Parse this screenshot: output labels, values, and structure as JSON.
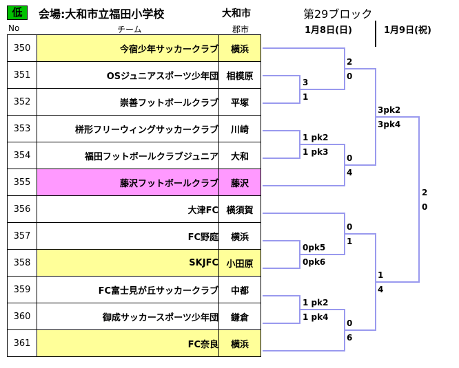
{
  "header": {
    "level": "低",
    "venue": "会場:大和市立福田小学校",
    "city": "大和市",
    "block": "第29ブロック",
    "date1": "1月8日(日)",
    "date2": "1月9日(祝)"
  },
  "columns": {
    "no": "No",
    "team": "チーム",
    "city": "郡市"
  },
  "teams": [
    {
      "no": "350",
      "name": "今宿少年サッカークラブ",
      "city": "横浜",
      "highlight": "yellow"
    },
    {
      "no": "351",
      "name": "OSジュニアスポーツ少年団",
      "city": "相模原",
      "highlight": ""
    },
    {
      "no": "352",
      "name": "崇善フットボールクラブ",
      "city": "平塚",
      "highlight": ""
    },
    {
      "no": "353",
      "name": "栟形フリーウィングサッカークラブ",
      "city": "川崎",
      "highlight": ""
    },
    {
      "no": "354",
      "name": "福田フットボールクラブジュニア",
      "city": "大和",
      "highlight": ""
    },
    {
      "no": "355",
      "name": "藤沢フットボールクラブ",
      "city": "藤沢",
      "highlight": "pink"
    },
    {
      "no": "356",
      "name": "大津FC",
      "city": "横須賀",
      "highlight": ""
    },
    {
      "no": "357",
      "name": "FC野庭",
      "city": "横浜",
      "highlight": ""
    },
    {
      "no": "358",
      "name": "SKJFC",
      "city": "小田原",
      "highlight": "yellow"
    },
    {
      "no": "359",
      "name": "FC富士見が丘サッカークラブ",
      "city": "中都",
      "highlight": ""
    },
    {
      "no": "360",
      "name": "御成サッカースポーツ少年団",
      "city": "鎌倉",
      "highlight": ""
    },
    {
      "no": "361",
      "name": "FC奈良",
      "city": "横浜",
      "highlight": "yellow"
    }
  ],
  "scores": {
    "r1_351_352_top": "3",
    "r1_351_352_bot": "1",
    "r1_353_354_top": "1 pk2",
    "r1_353_354_bot": "1 pk3",
    "r1_357_358_top": "0pk5",
    "r1_357_358_bot": "0pk6",
    "r1_359_360_top": "1 pk2",
    "r1_359_360_bot": "1 pk4",
    "r2_a_top": "2",
    "r2_a_bot": "0",
    "r2_b_top": "0",
    "r2_b_bot": "4",
    "r2_c_top": "0",
    "r2_c_bot": "1",
    "r2_d_top": "0",
    "r2_d_bot": "6",
    "sf_top_top": "3pk2",
    "sf_top_bot": "3pk4",
    "sf_bot_top": "1",
    "sf_bot_bot": "4",
    "final_top": "2",
    "final_bot": "0"
  },
  "colors": {
    "bracket": "#9999ee",
    "yellow": "#ffff99",
    "pink": "#ff99ff",
    "badge": "#00c000"
  }
}
